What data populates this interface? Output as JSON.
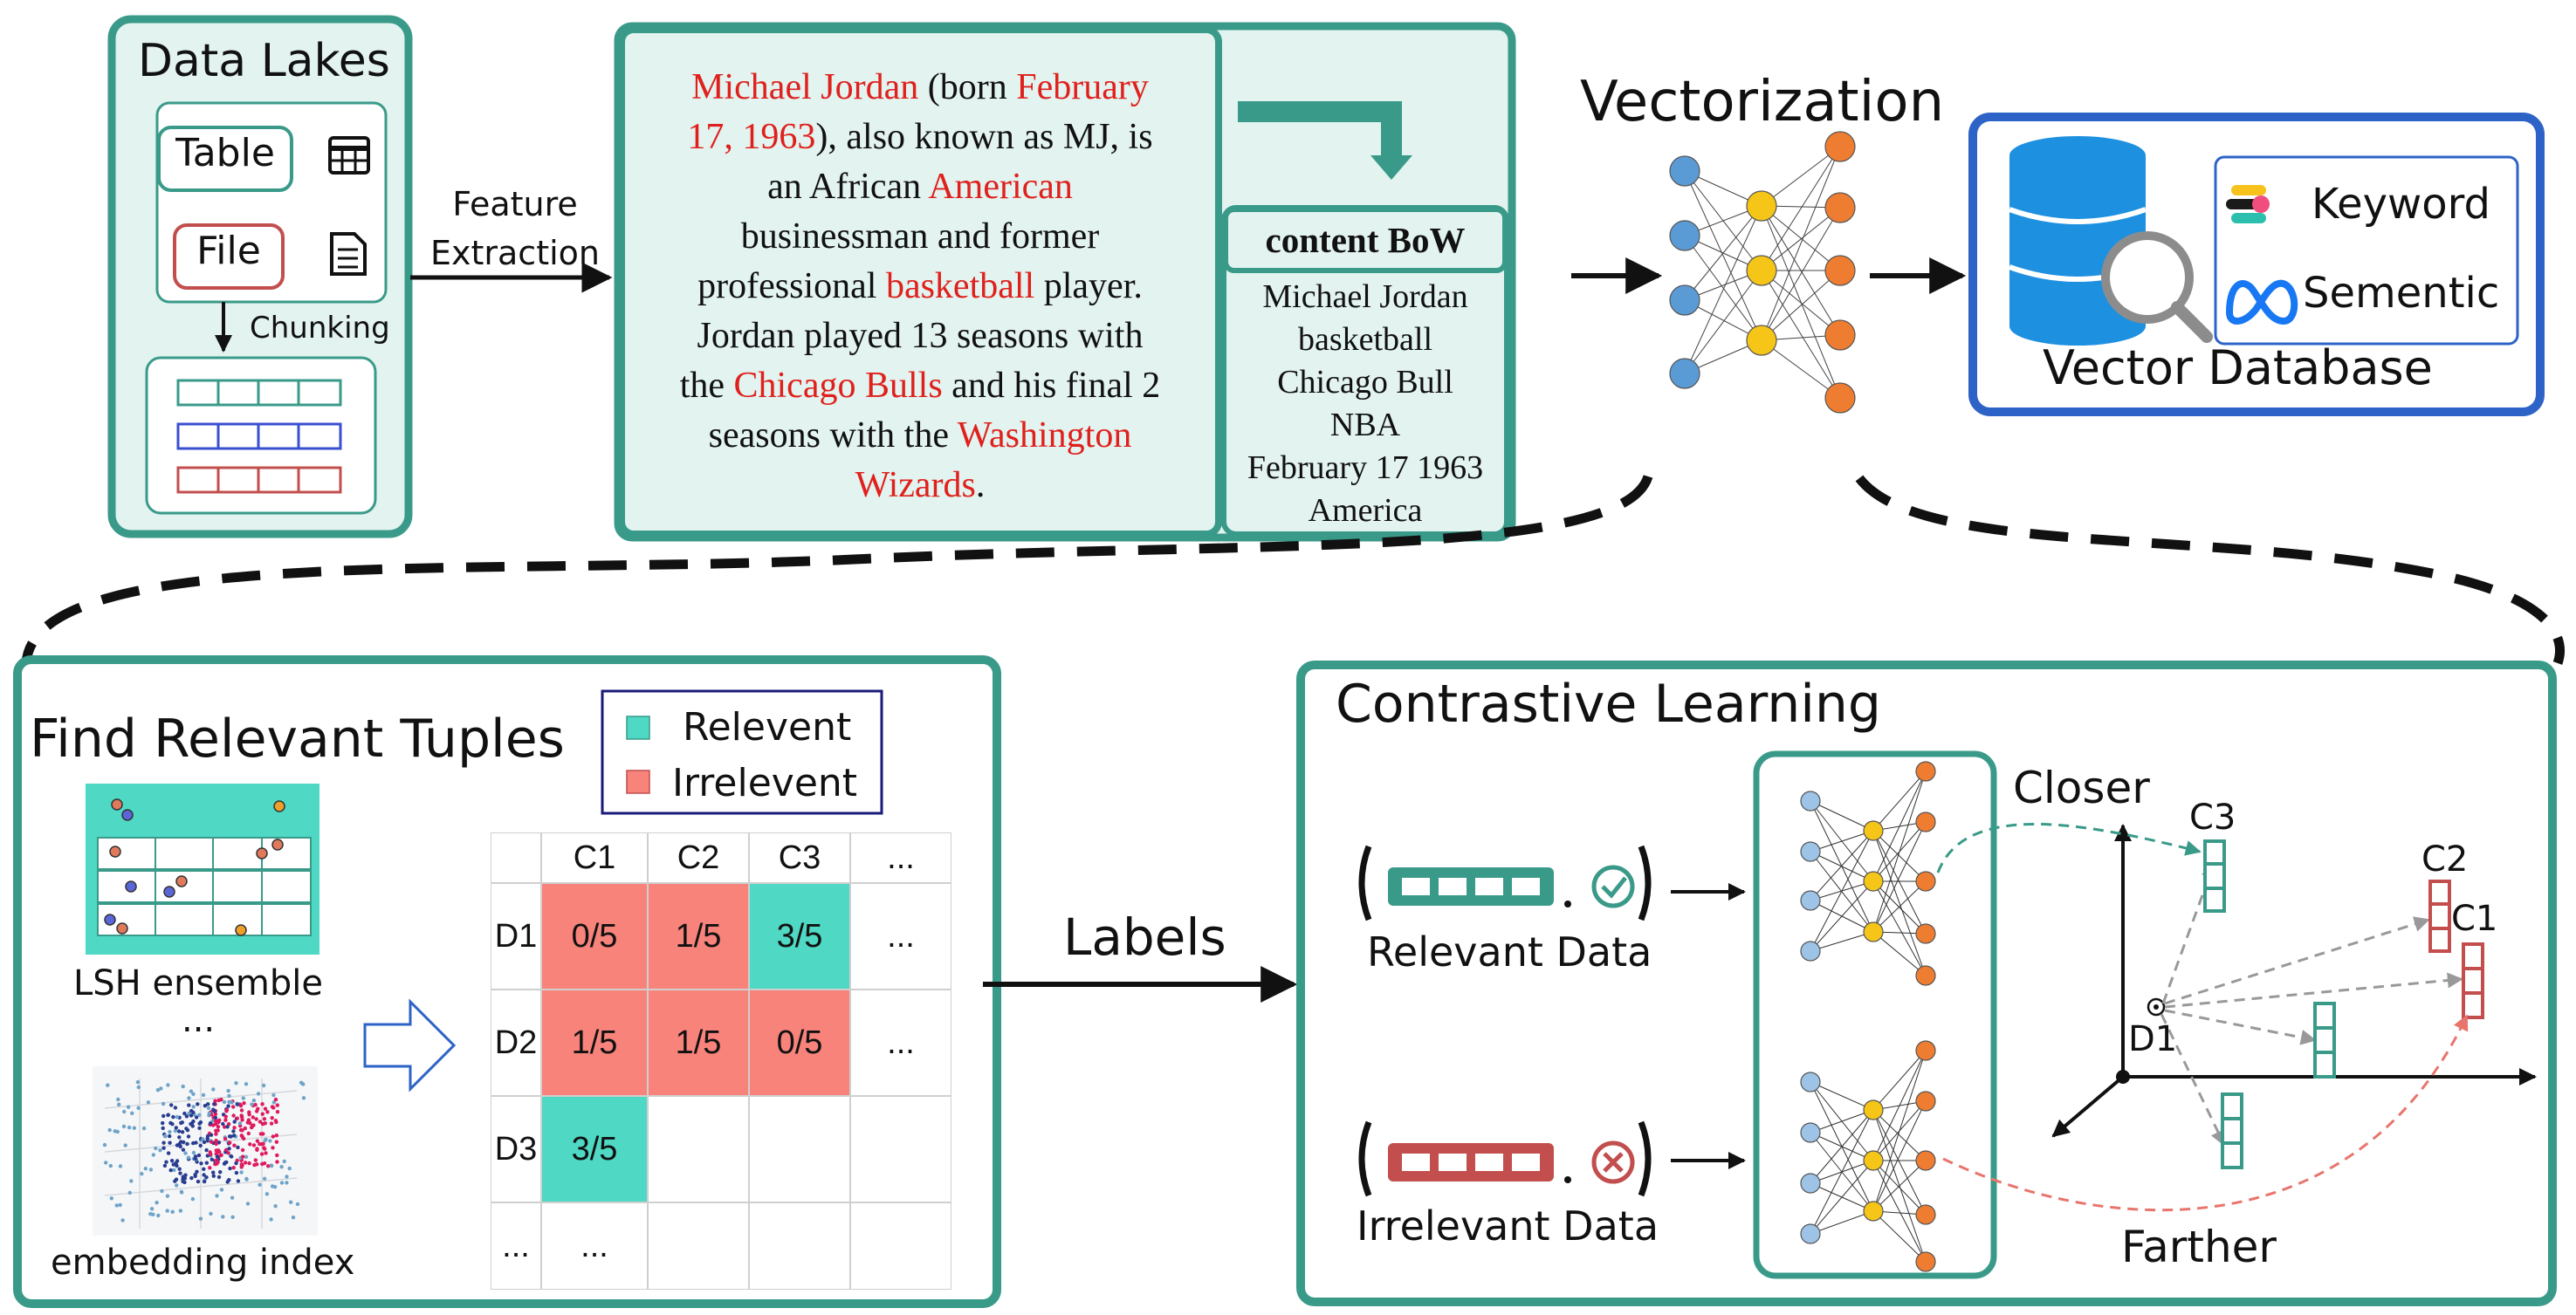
{
  "data_lakes": {
    "title": "Data Lakes",
    "table_label": "Table",
    "file_label": "File",
    "chunking_label": "Chunking"
  },
  "feature_extraction": {
    "line1": "Feature",
    "line2": "Extraction"
  },
  "document": {
    "l1": [
      {
        "t": "Michael Jordan",
        "red": true
      },
      {
        "t": " (born ",
        "red": false
      },
      {
        "t": "February",
        "red": true
      }
    ],
    "l2": [
      {
        "t": "17, 1963",
        "red": true
      },
      {
        "t": "), also known as MJ, is",
        "red": false
      }
    ],
    "l3": [
      {
        "t": "an African ",
        "red": false
      },
      {
        "t": "American",
        "red": true
      }
    ],
    "l4": [
      {
        "t": "businessman and former",
        "red": false
      }
    ],
    "l5": [
      {
        "t": "professional ",
        "red": false
      },
      {
        "t": "basketball",
        "red": true
      },
      {
        "t": " player.",
        "red": false
      }
    ],
    "l6": [
      {
        "t": "Jordan  played 13 seasons with",
        "red": false
      }
    ],
    "l7": [
      {
        "t": "the ",
        "red": false
      },
      {
        "t": "Chicago Bulls",
        "red": true
      },
      {
        "t": " and his final 2",
        "red": false
      }
    ],
    "l8": [
      {
        "t": "seasons with the ",
        "red": false
      },
      {
        "t": "Washington",
        "red": true
      }
    ],
    "l9": [
      {
        "t": "Wizards",
        "red": true
      },
      {
        "t": ".",
        "red": false
      }
    ]
  },
  "content_bow": {
    "title": "content BoW",
    "items": [
      "Michael Jordan",
      "basketball",
      "Chicago Bull",
      "NBA",
      "February 17 1963",
      "America"
    ]
  },
  "vectorization": {
    "title": "Vectorization"
  },
  "vector_database": {
    "title": "Vector Database",
    "keyword_label": "Keyword",
    "semantic_label": "Sementic"
  },
  "find_relevant": {
    "title": "Find Relevant Tuples",
    "lsh_label": "LSH ensemble",
    "ellipsis": "...",
    "embedding_label": "embedding index"
  },
  "legend": {
    "relevant": "Relevent",
    "irrelevant": "Irrelevent"
  },
  "colors": {
    "teal": "#3a9a89",
    "relevant_fill": "#4fd8c4",
    "irrelevant_fill": "#f7837b",
    "red_text": "#e0201c",
    "db_blue": "#2d63c7"
  },
  "matrix": {
    "columns": [
      "",
      "C1",
      "C2",
      "C3",
      "..."
    ],
    "rows": [
      {
        "label": "D1",
        "cells": [
          {
            "v": "0/5",
            "s": "irrelevant"
          },
          {
            "v": "1/5",
            "s": "irrelevant"
          },
          {
            "v": "3/5",
            "s": "relevant"
          },
          {
            "v": "...",
            "s": "none"
          }
        ]
      },
      {
        "label": "D2",
        "cells": [
          {
            "v": "1/5",
            "s": "irrelevant"
          },
          {
            "v": "1/5",
            "s": "irrelevant"
          },
          {
            "v": "0/5",
            "s": "irrelevant"
          },
          {
            "v": "...",
            "s": "none"
          }
        ]
      },
      {
        "label": "D3",
        "cells": [
          {
            "v": "3/5",
            "s": "relevant"
          },
          {
            "v": "",
            "s": "none"
          },
          {
            "v": "",
            "s": "none"
          },
          {
            "v": "",
            "s": "none"
          }
        ]
      },
      {
        "label": "...",
        "cells": [
          {
            "v": "...",
            "s": "none"
          },
          {
            "v": "",
            "s": "none"
          },
          {
            "v": "",
            "s": "none"
          },
          {
            "v": "",
            "s": "none"
          }
        ]
      }
    ]
  },
  "labels_arrow": "Labels",
  "contrastive": {
    "title": "Contrastive Learning",
    "relevant_data": "Relevant Data",
    "irrelevant_data": "Irrelevant Data",
    "closer": "Closer",
    "farther": "Farther",
    "c1": "C1",
    "c2": "C2",
    "c3": "C3",
    "d1": "D1"
  }
}
